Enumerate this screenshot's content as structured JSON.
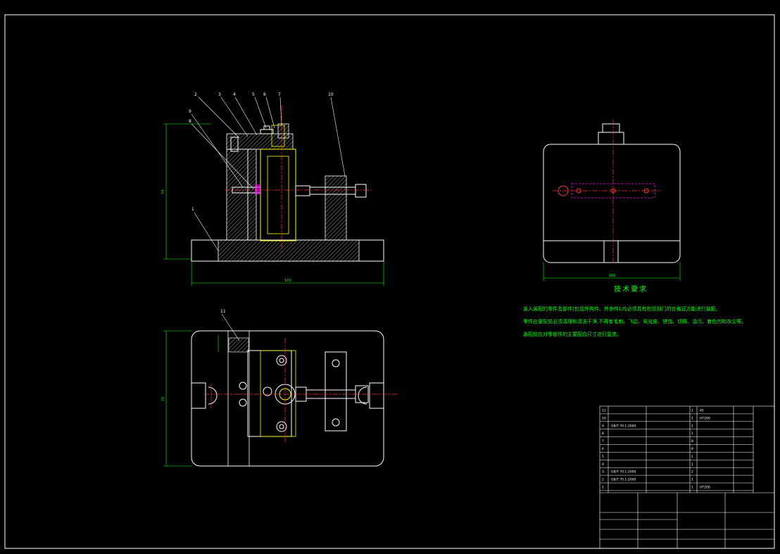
{
  "drawing": {
    "balloons": [
      "1",
      "2",
      "3",
      "4",
      "5",
      "6",
      "7",
      "8",
      "9",
      "10",
      "11"
    ],
    "dimensions": {
      "front_height": "74",
      "front_width": "100",
      "top_height": "70",
      "side_width": "160"
    }
  },
  "tech_requirements": {
    "title": "技术要求",
    "lines": [
      "装入装配的零件及部件(包括外购件、外协件),均必须具有检验部门的合格证方能进行装配。",
      "零件在装配前必须清理和清洗干净,不得有毛刺、飞边、氧化皮、锈蚀、切屑、油污、着色剂和灰尘等。",
      "装配前应对零部件的主要配合尺寸进行复查。"
    ]
  },
  "bom": {
    "rows": [
      {
        "no": "11",
        "std": "",
        "name": "",
        "qty": "1",
        "mat": "45"
      },
      {
        "no": "10",
        "std": "",
        "name": "",
        "qty": "1",
        "mat": "HT200"
      },
      {
        "no": "9",
        "std": "GB/T 70.1-2000",
        "name": "",
        "qty": "1",
        "mat": ""
      },
      {
        "no": "8",
        "std": "",
        "name": "",
        "qty": "1",
        "mat": ""
      },
      {
        "no": "7",
        "std": "",
        "name": "",
        "qty": "8",
        "mat": ""
      },
      {
        "no": "6",
        "std": "",
        "name": "",
        "qty": "8",
        "mat": ""
      },
      {
        "no": "5",
        "std": "",
        "name": "",
        "qty": "1",
        "mat": ""
      },
      {
        "no": "4",
        "std": "",
        "name": "",
        "qty": "1",
        "mat": ""
      },
      {
        "no": "3",
        "std": "GB/T 70.1-2000",
        "name": "",
        "qty": "2",
        "mat": ""
      },
      {
        "no": "2",
        "std": "GB/T 70.1-2000",
        "name": "",
        "qty": "1",
        "mat": ""
      },
      {
        "no": "1",
        "std": "",
        "name": "",
        "qty": "1",
        "mat": "HT200"
      }
    ]
  }
}
